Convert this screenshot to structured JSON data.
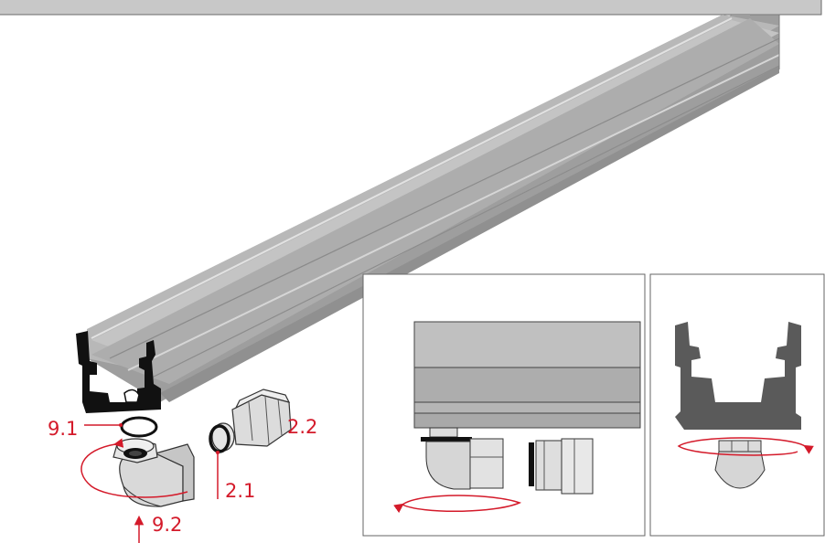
{
  "labels": {
    "l_9_1": "9.1",
    "l_9_2": "9.2",
    "l_2_1": "2.1",
    "l_2_2": "2.2"
  },
  "colors": {
    "accent": "#d41a2a",
    "aluminium": "#a8a8a8",
    "profile_dark": "#5a5a5a",
    "header_bar": "#c8c8c8"
  }
}
